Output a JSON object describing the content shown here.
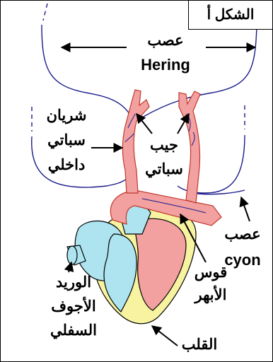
{
  "figure_title": "الشكل أ",
  "labels": {
    "hering_nerve_ar": "عصب",
    "hering_nerve_en": "Hering",
    "internal_carotid_1": "شريان",
    "internal_carotid_2": "سباتي",
    "internal_carotid_3": "داخلي",
    "carotid_sinus_1": "جيب",
    "carotid_sinus_2": "سباتي",
    "cyon_nerve_ar": "عصب",
    "cyon_nerve_en": "cyon",
    "aortic_arch_1": "قوس",
    "aortic_arch_2": "الأبهر",
    "vena_cava_1": "الوريد",
    "vena_cava_2": "الأجوف",
    "vena_cava_3": "السفلي",
    "heart": "القلب"
  },
  "colors": {
    "nerve": "#1a1a8c",
    "artery": "#f2a0a0",
    "artery_stroke": "#c0392b",
    "vein": "#aee4f0",
    "heart_base": "#f7f3a0",
    "outline": "#000000"
  }
}
